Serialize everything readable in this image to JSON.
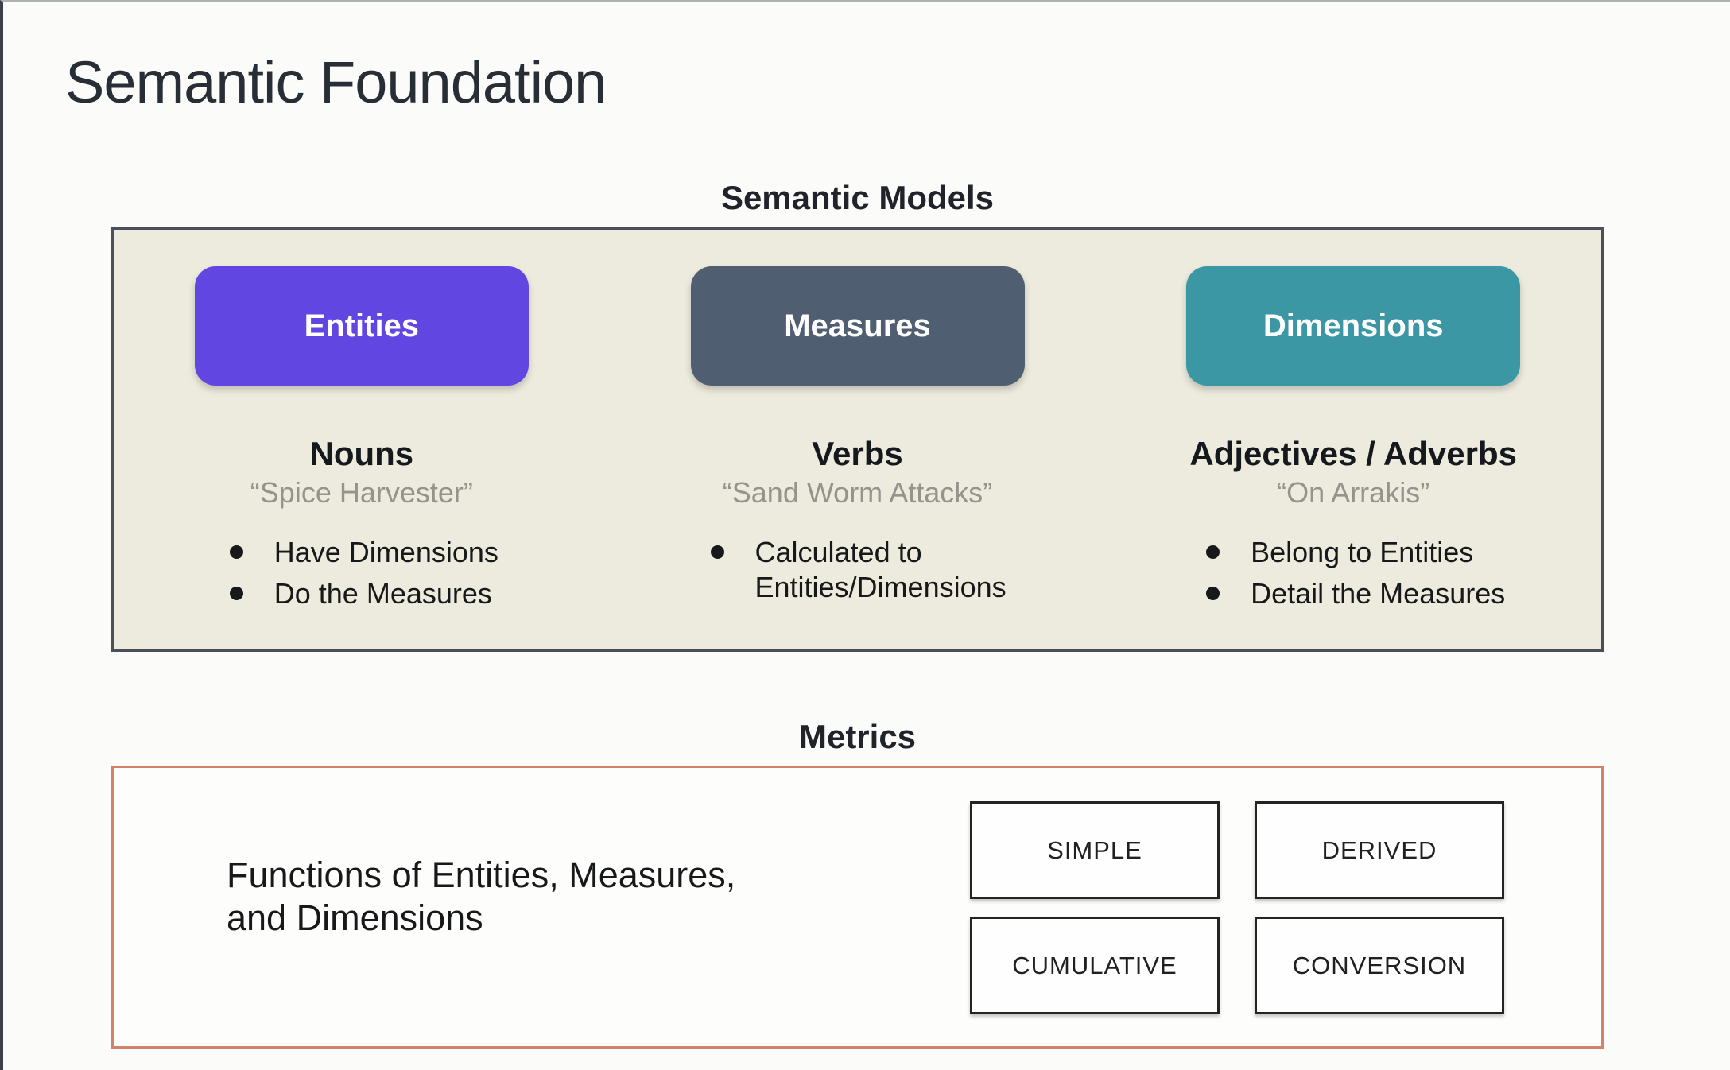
{
  "page": {
    "title": "Semantic Foundation"
  },
  "semantic_models": {
    "heading": "Semantic Models",
    "columns": [
      {
        "button": "Entities",
        "role": "Nouns",
        "example": "“Spice Harvester”",
        "bullets": [
          "Have Dimensions",
          "Do the Measures"
        ]
      },
      {
        "button": "Measures",
        "role": "Verbs",
        "example": "“Sand Worm Attacks”",
        "bullets": [
          "Calculated to Entities/Dimensions"
        ]
      },
      {
        "button": "Dimensions",
        "role": "Adjectives / Adverbs",
        "example": "“On Arrakis”",
        "bullets": [
          "Belong to Entities",
          "Detail the Measures"
        ]
      }
    ]
  },
  "metrics": {
    "heading": "Metrics",
    "description": "Functions of Entities, Measures,\nand Dimensions",
    "types": [
      "SIMPLE",
      "DERIVED",
      "CUMULATIVE",
      "CONVERSION"
    ]
  },
  "colors": {
    "entities_button": "#6246e2",
    "measures_button": "#505e72",
    "dimensions_button": "#3b97a4",
    "panel_background": "#edebdd",
    "metrics_border": "#d2826c"
  }
}
